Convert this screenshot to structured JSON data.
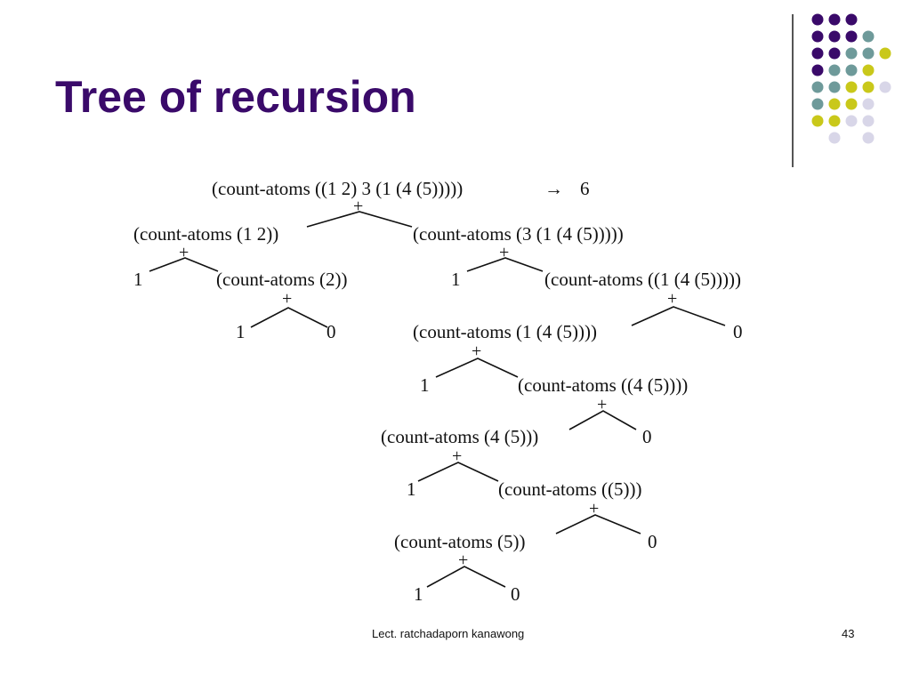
{
  "slide": {
    "title": "Tree of recursion",
    "footer": "Lect. ratchadaporn kanawong",
    "page_number": "43"
  },
  "tree": {
    "root": "(count-atoms ((1 2) 3 (1 (4 (5)))))",
    "arrow": "→",
    "result": "6",
    "plus": "+",
    "n_left1": "(count-atoms (1 2))",
    "n_right1": "(count-atoms (3 (1 (4 (5)))))",
    "n_l_one": "1",
    "n_l_ca2": "(count-atoms (2))",
    "n_l_one_b": "1",
    "n_l_zero": "0",
    "n_r_one": "1",
    "n_r_ca": "(count-atoms ((1 (4 (5)))))",
    "n_r_ca2": "(count-atoms (1 (4 (5))))",
    "n_r_zero1": "0",
    "n_r_one2": "1",
    "n_r_ca3": "(count-atoms ((4 (5))))",
    "n_r_ca4": "(count-atoms (4 (5)))",
    "n_r_zero2": "0",
    "n_r_one3": "1",
    "n_r_ca5": "(count-atoms ((5)))",
    "n_r_ca6": "(count-atoms (5))",
    "n_r_zero3": "0",
    "n_r_one4": "1",
    "n_r_zero4": "0"
  },
  "theme": {
    "title_color": "#3a0a6a",
    "dot_colors": [
      "#3a0a6a",
      "#6e9a9a",
      "#c9c81a",
      "#d8d6e8"
    ]
  }
}
